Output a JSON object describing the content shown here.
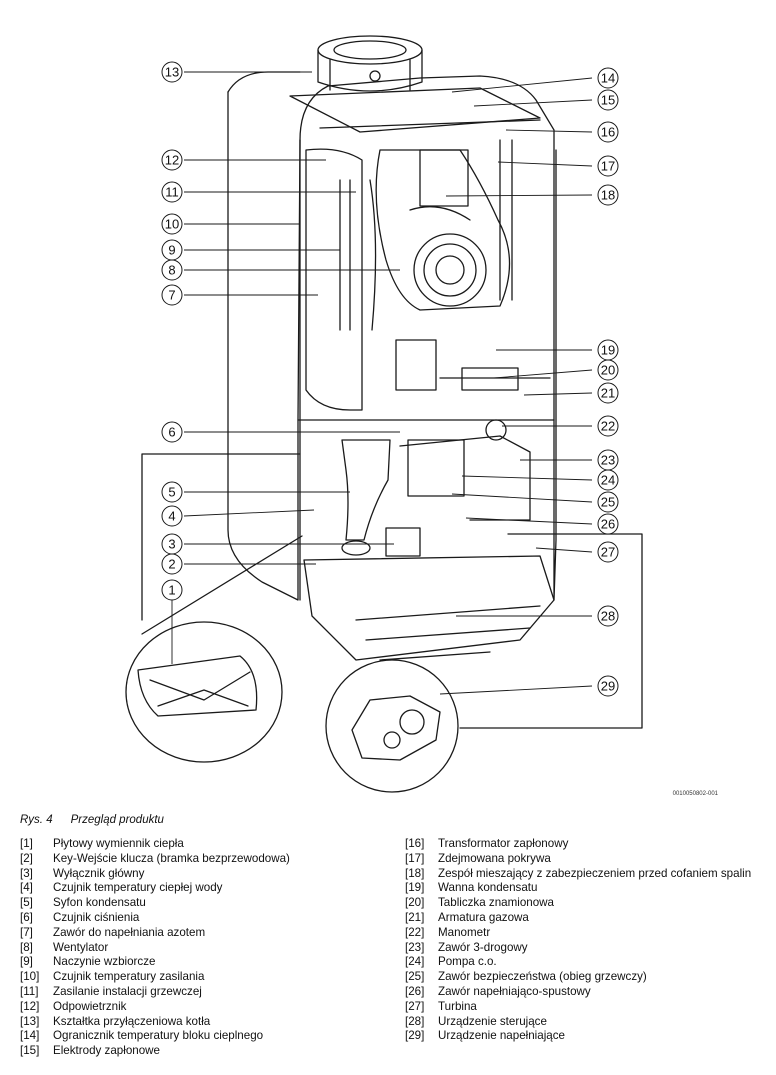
{
  "figure": {
    "code": "0010050802-001",
    "callouts": [
      "1",
      "2",
      "3",
      "4",
      "5",
      "6",
      "7",
      "8",
      "9",
      "10",
      "11",
      "12",
      "13",
      "14",
      "15",
      "16",
      "17",
      "18",
      "19",
      "20",
      "21",
      "22",
      "23",
      "24",
      "25",
      "26",
      "27",
      "28",
      "29"
    ]
  },
  "caption": {
    "number": "Rys. 4",
    "title": "Przegląd produktu"
  },
  "legend_left": [
    {
      "num": "[1]",
      "text": "Płytowy wymiennik ciepła"
    },
    {
      "num": "[2]",
      "text": "Key-Wejście klucza (bramka bezprzewodowa)"
    },
    {
      "num": "[3]",
      "text": "Wyłącznik główny"
    },
    {
      "num": "[4]",
      "text": "Czujnik temperatury ciepłej wody"
    },
    {
      "num": "[5]",
      "text": "Syfon kondensatu"
    },
    {
      "num": "[6]",
      "text": "Czujnik ciśnienia"
    },
    {
      "num": "[7]",
      "text": "Zawór do napełniania azotem"
    },
    {
      "num": "[8]",
      "text": "Wentylator"
    },
    {
      "num": "[9]",
      "text": "Naczynie wzbiorcze"
    },
    {
      "num": "[10]",
      "text": "Czujnik temperatury zasilania"
    },
    {
      "num": "[11]",
      "text": "Zasilanie instalacji grzewczej"
    },
    {
      "num": "[12]",
      "text": "Odpowietrznik"
    },
    {
      "num": "[13]",
      "text": "Kształtka przyłączeniowa kotła"
    },
    {
      "num": "[14]",
      "text": "Ogranicznik temperatury bloku cieplnego"
    },
    {
      "num": "[15]",
      "text": "Elektrody zapłonowe"
    }
  ],
  "legend_right": [
    {
      "num": "[16]",
      "text": "Transformator zapłonowy"
    },
    {
      "num": "[17]",
      "text": "Zdejmowana pokrywa"
    },
    {
      "num": "[18]",
      "text": "Zespół mieszający z zabezpieczeniem przed cofaniem spalin"
    },
    {
      "num": "[19]",
      "text": "Wanna kondensatu"
    },
    {
      "num": "[20]",
      "text": "Tabliczka znamionowa"
    },
    {
      "num": "[21]",
      "text": "Armatura gazowa"
    },
    {
      "num": "[22]",
      "text": "Manometr"
    },
    {
      "num": "[23]",
      "text": "Zawór 3-drogowy"
    },
    {
      "num": "[24]",
      "text": "Pompa c.o."
    },
    {
      "num": "[25]",
      "text": "Zawór bezpieczeństwa (obieg grzewczy)"
    },
    {
      "num": "[26]",
      "text": "Zawór napełniająco-spustowy"
    },
    {
      "num": "[27]",
      "text": "Turbina"
    },
    {
      "num": "[28]",
      "text": "Urządzenie sterujące"
    },
    {
      "num": "[29]",
      "text": "Urządzenie napełniające"
    }
  ]
}
